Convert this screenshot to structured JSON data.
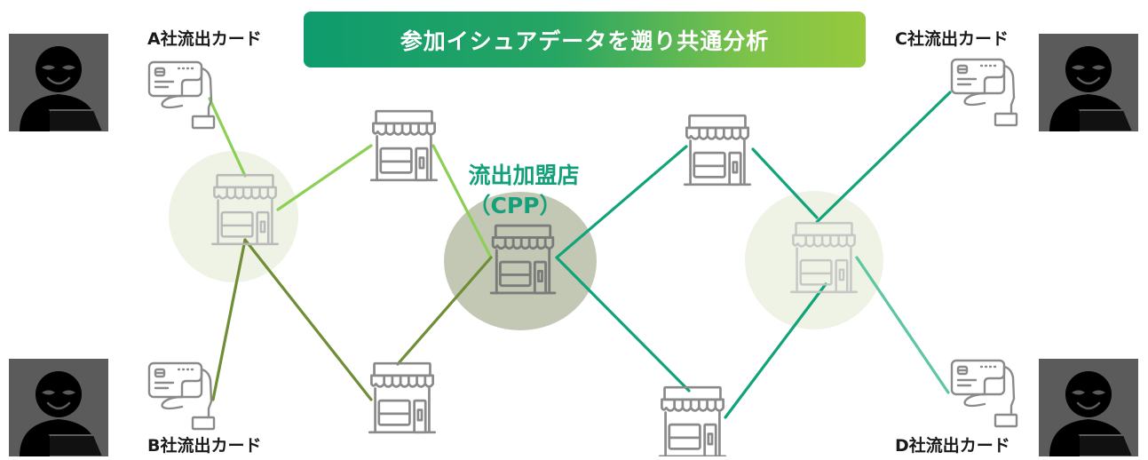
{
  "title": "参加イシュアデータを遡り共通分析",
  "cpp": {
    "name": "流出加盟店",
    "abbr": "（CPP）"
  },
  "cards": {
    "a": "A社流出カード",
    "b": "B社流出カード",
    "c": "C社流出カード",
    "d": "D社流出カード"
  },
  "colors": {
    "light_green": "#8ccf55",
    "olive_green": "#6f8e35",
    "teal_green": "#11a37a",
    "mint_green": "#5cc7a0",
    "cpp_text": "#14a07a",
    "cpp_circle": "#c2c8b4",
    "faded_circle": "#eef3e6"
  }
}
